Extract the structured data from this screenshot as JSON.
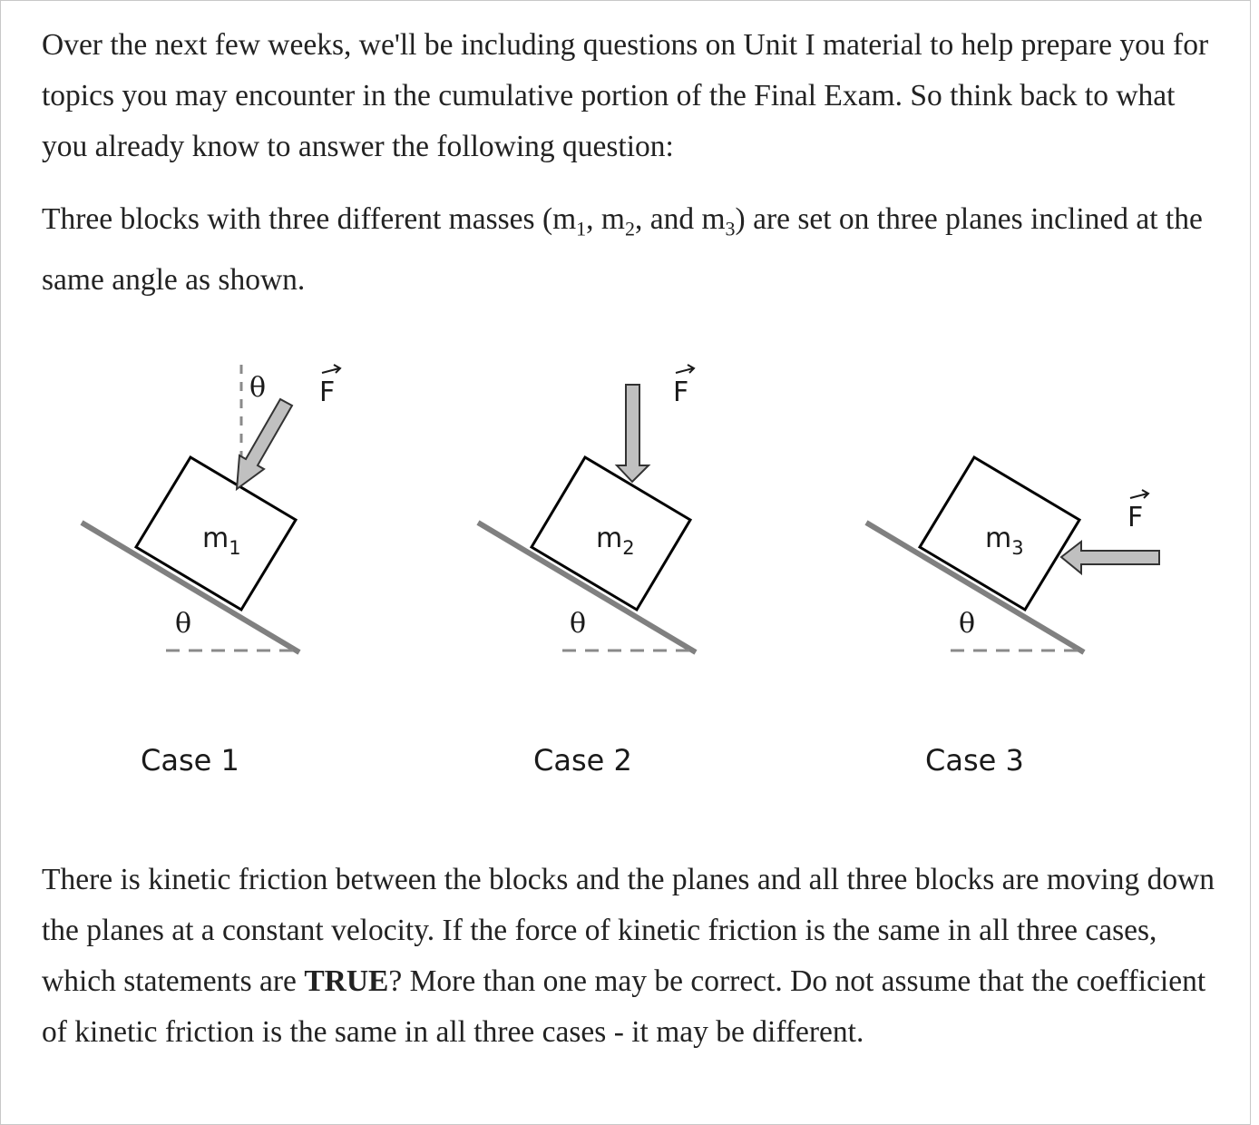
{
  "intro": {
    "text": "Over the next few weeks, we'll be including questions on Unit I material to help prepare you for topics you may encounter in the cumulative portion of the Final Exam.  So think back to what you already know to answer the following question:"
  },
  "setup": {
    "before": "Three blocks with three different masses (m",
    "sub1": "1",
    "sep1": ", m",
    "sub2": "2",
    "sep2": ", and m",
    "sub3": "3",
    "after": ") are set on three planes inclined at the same angle as shown."
  },
  "diagram": {
    "angle_symbol": "θ",
    "force_symbol": "F",
    "mass_base": "m",
    "cases": [
      {
        "label": "Case 1",
        "mass_sub": "1"
      },
      {
        "label": "Case 2",
        "mass_sub": "2"
      },
      {
        "label": "Case 3",
        "mass_sub": "3"
      }
    ]
  },
  "question": {
    "before": "There is kinetic friction between the blocks and the planes and all three blocks are moving down the planes at a constant velocity. If the force of kinetic friction is the same in all three cases, which statements are ",
    "emphasis": "TRUE",
    "after": "?  More than one may be correct. Do not assume that the coefficient of kinetic friction is the same in all three cases - it may be different."
  },
  "colors": {
    "text": "#222222",
    "plane": "#808080",
    "arrow_fill": "#c0c0c0",
    "dash": "#8a8a8a"
  }
}
